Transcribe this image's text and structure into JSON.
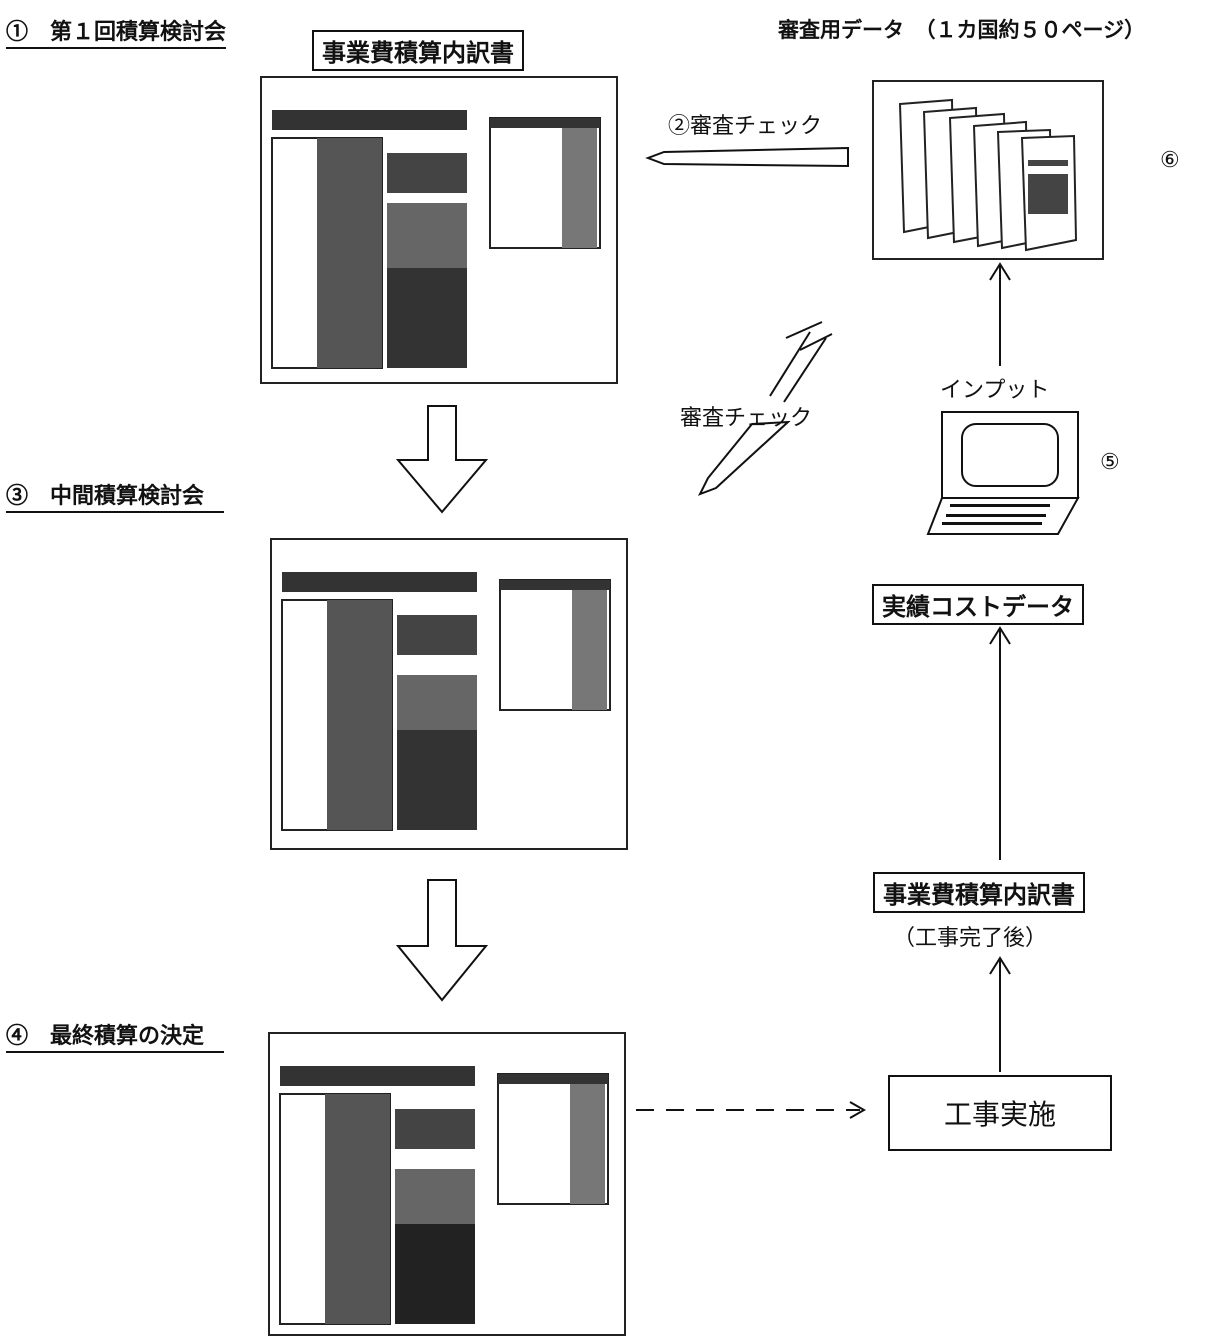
{
  "stage1": {
    "label": "①　第１回積算検討会",
    "doc_title": "事業費積算内訳書"
  },
  "stage2": {
    "label": "②審査チェック"
  },
  "stage3": {
    "label": "③　中間積算検討会"
  },
  "stage4": {
    "label": "④　最終積算の決定"
  },
  "review_check": {
    "label": "審査チェック"
  },
  "review_data": {
    "title": "審査用データ　（１カ国約５０ページ）",
    "marker": "⑥"
  },
  "input": {
    "label": "インプット",
    "marker": "⑤"
  },
  "actual_cost": {
    "label": "実績コストデータ"
  },
  "post_doc": {
    "title": "事業費積算内訳書",
    "note": "（工事完了後）"
  },
  "construction": {
    "label": "工事実施"
  }
}
